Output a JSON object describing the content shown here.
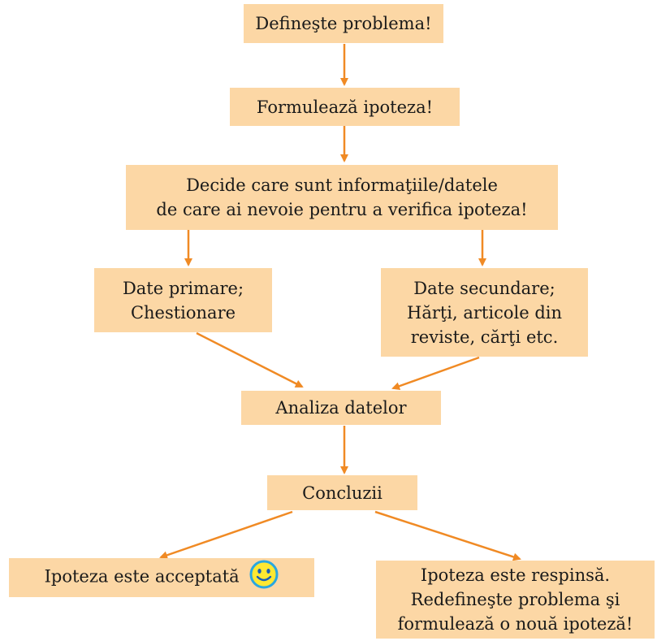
{
  "nodes": {
    "define_problem": {
      "text": "Defineşte problema!"
    },
    "hypothesis": {
      "text": "Formulează ipoteza!"
    },
    "decide_data": {
      "lines": [
        "Decide care sunt informaţiile/datele",
        "de care ai nevoie pentru a verifica ipoteza!"
      ]
    },
    "primary_data": {
      "lines": [
        "Date primare;",
        "Chestionare"
      ]
    },
    "secondary_data": {
      "lines": [
        "Date secundare;",
        "Hărţi, articole din",
        "reviste, cărţi etc."
      ]
    },
    "analysis": {
      "text": "Analiza datelor"
    },
    "conclusions": {
      "text": "Concluzii"
    },
    "accepted": {
      "text": "Ipoteza este acceptată",
      "icon": "smiley-icon"
    },
    "rejected": {
      "lines": [
        "Ipoteza este respinsă.",
        "Redefineşte problema şi",
        "formulează o nouă ipoteză!"
      ]
    }
  },
  "colors": {
    "box_fill": "#fcd7a5",
    "arrow": "#f08a24",
    "smiley_fill": "#ffe832",
    "smiley_ring": "#2aa7e0"
  }
}
